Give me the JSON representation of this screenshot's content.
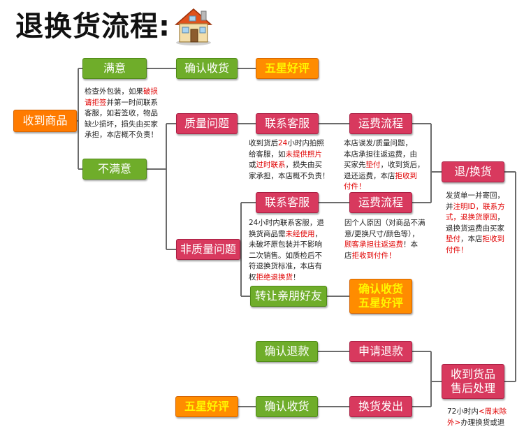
{
  "title": "退换货流程:",
  "house_icon": "house-icon",
  "colors": {
    "green": "#6fad2a",
    "pink": "#d8395e",
    "orange": "#ff7b00",
    "highlight_text": "#fff600",
    "warning_text": "#e00000"
  },
  "boxes": {
    "receive": "收到商品",
    "satisfied": "满意",
    "unsatisfied": "不满意",
    "confirm_receipt_top": "确认收货",
    "five_star_top": "五星好评",
    "quality_issue": "质量问题",
    "contact_cs_1": "联系客服",
    "shipping_1": "运费流程",
    "non_quality_issue": "非质量问题",
    "contact_cs_2": "联系客服",
    "shipping_2": "运费流程",
    "transfer_friend": "转让亲朋好友",
    "confirm_five_star": "确认收货\n五星好评",
    "return_exchange": "退/换货",
    "confirm_refund": "确认退款",
    "apply_refund": "申请退款",
    "received_aftersale": "收到货品\n售后处理",
    "five_star_bottom": "五星好评",
    "confirm_receipt_bottom": "确认收货",
    "exchange_ship": "换货发出"
  },
  "notes": {
    "inspect": [
      [
        "检查外包装，如果",
        "破损"
      ],
      [
        "请拒签",
        "并第一时间联系"
      ],
      [
        "客服，如若签收，物品"
      ],
      [
        "缺少损坏，损失由买家"
      ],
      [
        "承担，本店概不负责！"
      ]
    ],
    "quality_contact": [
      [
        "收到货后",
        "24",
        "小时内拍照"
      ],
      [
        "给客服，如",
        "未提供照片"
      ],
      [
        "或",
        "过时联系",
        "，损失由买"
      ],
      [
        "家承担，本店概不负责！"
      ]
    ],
    "quality_shipping": [
      [
        "本店误发/质量问题，"
      ],
      [
        "本店承担往返运费，由"
      ],
      [
        "买家先",
        "垫付",
        "，收到货后，"
      ],
      [
        "退还运费，本店",
        "拒收到"
      ],
      [
        "付件！"
      ]
    ],
    "nonquality_contact": [
      [
        "24小时内联系客服，退"
      ],
      [
        "换货商品需",
        "未经使用",
        "，"
      ],
      [
        "未破坏原包装并不影响"
      ],
      [
        "二次销售。如质检后不"
      ],
      [
        "符退换货标准，本店有"
      ],
      [
        "权",
        "拒绝退换货",
        "！"
      ]
    ],
    "nonquality_shipping": [
      [
        "因个人原因（对商品不满"
      ],
      [
        "意/更换尺寸/颜色等），"
      ],
      [
        "顾客承担往返运费",
        "！本"
      ],
      [
        "店",
        "拒收到付件！"
      ]
    ],
    "return_note": [
      [
        "发货单一并寄回，"
      ],
      [
        "并",
        "注明ID，联系方"
      ],
      [
        "式，退换货原因",
        "，"
      ],
      [
        "退换货运费由买家"
      ],
      [
        "垫付",
        "，本店",
        "拒收到"
      ],
      [
        "付件！"
      ]
    ],
    "aftersale_note": [
      [
        "72小时内",
        "<周末除"
      ],
      [
        "外>",
        "办理换货或退"
      ]
    ]
  }
}
